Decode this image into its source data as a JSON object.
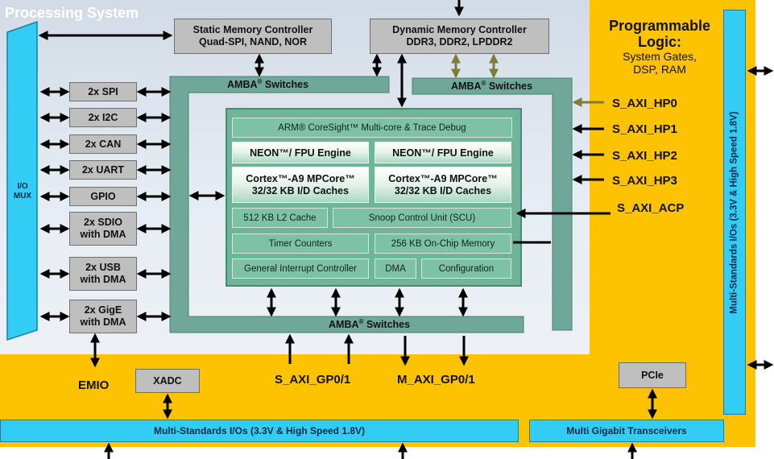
{
  "processing_system": {
    "title": "Processing System",
    "io_mux_line1": "I/O",
    "io_mux_line2": "MUX",
    "peripherals": [
      {
        "line1": "2x SPI"
      },
      {
        "line1": "2x I2C"
      },
      {
        "line1": "2x CAN"
      },
      {
        "line1": "2x UART"
      },
      {
        "line1": "GPIO"
      },
      {
        "line1": "2x SDIO",
        "line2": "with DMA"
      },
      {
        "line1": "2x USB",
        "line2": "with DMA"
      },
      {
        "line1": "2x GigE",
        "line2": "with DMA"
      }
    ],
    "static_memory": {
      "line1": "Static Memory Controller",
      "line2": "Quad-SPI, NAND, NOR"
    },
    "dynamic_memory": {
      "line1": "Dynamic Memory Controller",
      "line2": "DDR3, DDR2, LPDDR2"
    },
    "amba_label": "AMBA",
    "amba_mark": "®",
    "amba_suffix": " Switches",
    "core": {
      "coresight": "ARM® CoreSight™ Multi-core & Trace Debug",
      "neon": "NEON™/ FPU Engine",
      "cortex_line1": "Cortex™-A9  MPCore™",
      "cortex_line2": "32/32 KB I/D Caches",
      "l2_cache": "512 KB L2 Cache",
      "scu": "Snoop Control Unit (SCU)",
      "timer": "Timer Counters",
      "ocm": "256 KB On-Chip Memory",
      "gic": "General Interrupt Controller",
      "dma": "DMA",
      "config": "Configuration"
    }
  },
  "programmable_logic": {
    "title_line1": "Programmable",
    "title_line2": "Logic:",
    "sub_line1": "System Gates,",
    "sub_line2": "DSP, RAM",
    "ports": [
      "S_AXI_HP0",
      "S_AXI_HP1",
      "S_AXI_HP2",
      "S_AXI_HP3",
      "S_AXI_ACP"
    ],
    "gp_slave": "S_AXI_GP0/1",
    "gp_master": "M_AXI_GP0/1",
    "emio": "EMIO",
    "xadc": "XADC",
    "pcie": "PCIe",
    "io_bottom": "Multi-Standards I/Os (3.3V & High Speed 1.8V)",
    "io_right": "Multi-Standards I/Os (3.3V & High Speed 1.8V)",
    "transceivers": "Multi Gigabit Transceivers"
  },
  "colors": {
    "programmable_logic": "#fec300",
    "processing_system": "#dde4ed",
    "amba_switch": "#6fa898",
    "io_bar": "#33ccf5",
    "peripheral_box": "#bfbfbf",
    "hp_arrow": "#7d7d3a"
  }
}
